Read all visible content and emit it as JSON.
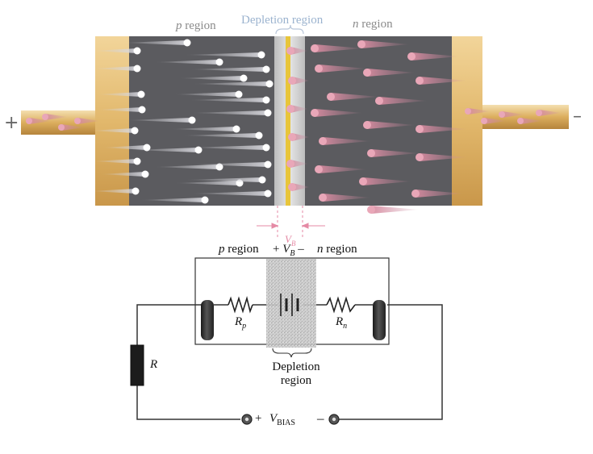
{
  "top_diagram": {
    "p_region_label": "region",
    "p_region_letter": "p",
    "depletion_label": "Depletion region",
    "n_region_label": "region",
    "n_region_letter": "n",
    "plus_terminal": "+",
    "minus_terminal": "–",
    "barrier_label": "V",
    "barrier_sub": "B"
  },
  "circuit": {
    "p_region_letter": "p",
    "p_region_label": "region",
    "vb_plus": "+",
    "vb_letter": "V",
    "vb_sub": "B",
    "vb_minus": "–",
    "n_region_letter": "n",
    "n_region_label": "region",
    "rp_letter": "R",
    "rp_sub": "p",
    "rn_letter": "R",
    "rn_sub": "n",
    "r_label": "R",
    "depletion_line1": "Depletion",
    "depletion_line2": "region",
    "bias_plus": "+",
    "bias_letter": "V",
    "bias_sub": "BIAS",
    "bias_minus": "–"
  },
  "colors": {
    "crystal": "#5b5b5f",
    "lead": "#e2b86c",
    "hole": "#ffffff",
    "electron": "#e9a7b8",
    "depletion_band": "#d9d9d9",
    "depletion_stripe": "#e8c53a",
    "wire": "#333333"
  }
}
